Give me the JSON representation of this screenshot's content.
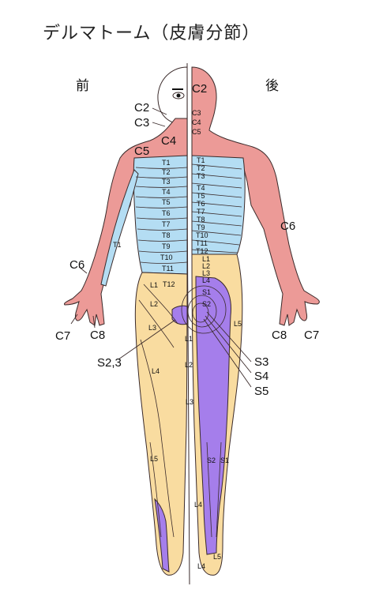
{
  "title": "デルマトーム（皮膚分節）",
  "side_front": "前",
  "side_back": "後",
  "colors": {
    "cervical": "#EC9A97",
    "thoracic": "#B4DDF3",
    "lumbar": "#F9DCA0",
    "sacral": "#A57EEB",
    "outline": "#3a2a2a"
  },
  "front_labels": {
    "c2": "C2",
    "c3": "C3",
    "c4": "C4",
    "c5": "C5",
    "t1": "T1",
    "t2": "T2",
    "t3": "T3",
    "t4": "T4",
    "t5": "T5",
    "t6": "T6",
    "t7": "T7",
    "t8": "T8",
    "t9": "T9",
    "t10": "T10",
    "t11": "T11",
    "t12": "T12",
    "t1_arm": "T1",
    "c6": "C6",
    "c7": "C7",
    "c8": "C8",
    "l1": "L1",
    "l2": "L2",
    "l3": "L3",
    "l4": "L4",
    "l5": "L5",
    "l1_mid": "L1",
    "l2_mid": "L2",
    "l3_mid": "L3",
    "l4_low": "L4",
    "s23": "S2,3"
  },
  "back_labels": {
    "c2": "C2",
    "c3": "C3",
    "c4": "C4",
    "c5": "C5",
    "t1": "T1",
    "t2": "T2",
    "t3": "T3",
    "t4": "T4",
    "t5": "T5",
    "t6": "T6",
    "t7": "T7",
    "t8": "T8",
    "t9": "T9",
    "t10": "T10",
    "t11": "T11",
    "t12": "T12",
    "l1": "L1",
    "l2": "L2",
    "l3": "L3",
    "l4": "L4",
    "s1": "S1",
    "s2": "S2",
    "s3": "S3",
    "s4": "S4",
    "s5": "S5",
    "c6": "C6",
    "c7": "C7",
    "c8": "C8",
    "l5": "L5",
    "s2_leg": "S2",
    "s1_leg": "S1",
    "l5_foot": "L5",
    "l4_foot": "L4"
  }
}
